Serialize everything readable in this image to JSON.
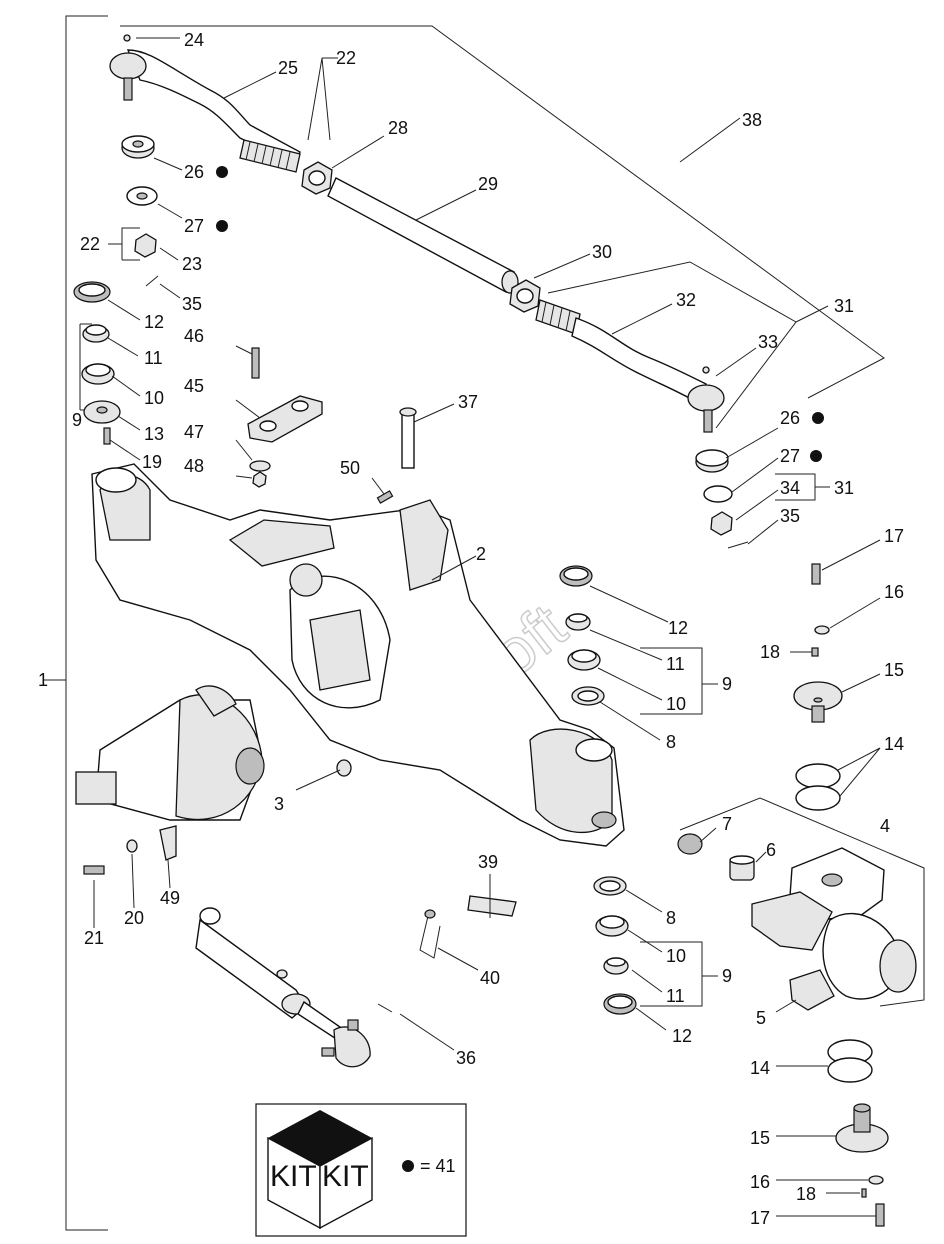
{
  "watermark": "toSoft",
  "kit": {
    "label_left": "KIT",
    "label_right": "KIT",
    "legend": "= 41"
  },
  "callouts": [
    "1",
    "2",
    "3",
    "4",
    "5",
    "6",
    "7",
    "8",
    "9",
    "10",
    "11",
    "12",
    "13",
    "14",
    "15",
    "16",
    "17",
    "18",
    "19",
    "20",
    "21",
    "22",
    "23",
    "24",
    "25",
    "26",
    "27",
    "28",
    "29",
    "30",
    "31",
    "32",
    "33",
    "34",
    "35",
    "36",
    "37",
    "38",
    "39",
    "40",
    "41",
    "45",
    "46",
    "47",
    "48",
    "49",
    "50"
  ]
}
